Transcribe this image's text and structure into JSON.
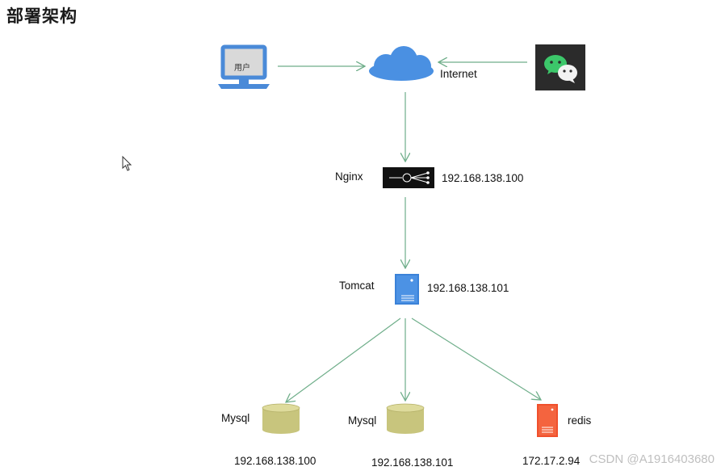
{
  "page": {
    "title": "部署架构"
  },
  "nodes": {
    "user": {
      "label": "用户"
    },
    "internet": {
      "label": "Internet"
    },
    "wechat": {
      "icon": "wechat-icon"
    },
    "nginx": {
      "label": "Nginx",
      "ip": "192.168.138.100"
    },
    "tomcat": {
      "label": "Tomcat",
      "ip": "192.168.138.101"
    },
    "mysql1": {
      "label": "Mysql",
      "ip": "192.168.138.100"
    },
    "mysql2": {
      "label": "Mysql",
      "ip": "192.168.138.101"
    },
    "redis": {
      "label": "redis",
      "ip": "172.17.2.94"
    }
  },
  "colors": {
    "arrow": "#6fae8a",
    "monitor": "#4a8ad8",
    "cloud": "#4a90e2",
    "wechat_bg": "#2b2b2b",
    "wechat_green": "#3cc76a",
    "nginx": "#111111",
    "tomcat": "#3b82d8",
    "db": "#c8c57d",
    "redis": "#f0502c"
  },
  "watermark": "CSDN @A1916403680"
}
